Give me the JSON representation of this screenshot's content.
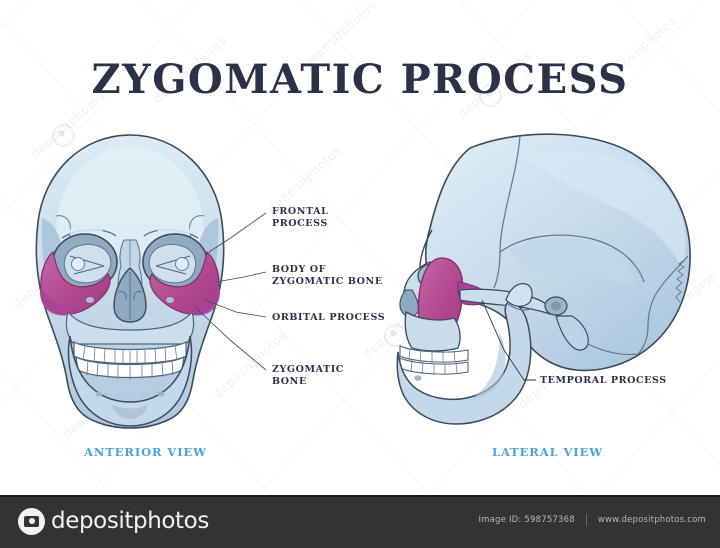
{
  "title": "ZYGOMATIC PROCESS",
  "colors": {
    "title_navy": "#2b3247",
    "highlight_magenta": "#b4488f",
    "bone_fill": "#c9dcea",
    "bone_shadow": "#9fbbd2",
    "outline": "#3c4a5e",
    "caption_blue": "#4aa3d8",
    "footer_bg": "#333333"
  },
  "anterior": {
    "caption": "ANTERIOR VIEW",
    "labels": [
      {
        "id": "frontal-process",
        "text": "FRONTAL\nPROCESS"
      },
      {
        "id": "body-of-zygomatic-bone",
        "text": "BODY OF\nZYGOMATIC BONE"
      },
      {
        "id": "orbital-process",
        "text": "ORBITAL PROCESS"
      },
      {
        "id": "zygomatic-bone",
        "text": "ZYGOMATIC\nBONE"
      }
    ]
  },
  "lateral": {
    "caption": "LATERAL VIEW",
    "labels": [
      {
        "id": "temporal-process",
        "text": "TEMPORAL PROCESS"
      }
    ]
  },
  "watermark": {
    "text": "depositphotos",
    "repeats": 14
  },
  "footer": {
    "brand": "depositphotos",
    "image_id": "Image ID: 598757368",
    "url": "www.depositphotos.com"
  }
}
